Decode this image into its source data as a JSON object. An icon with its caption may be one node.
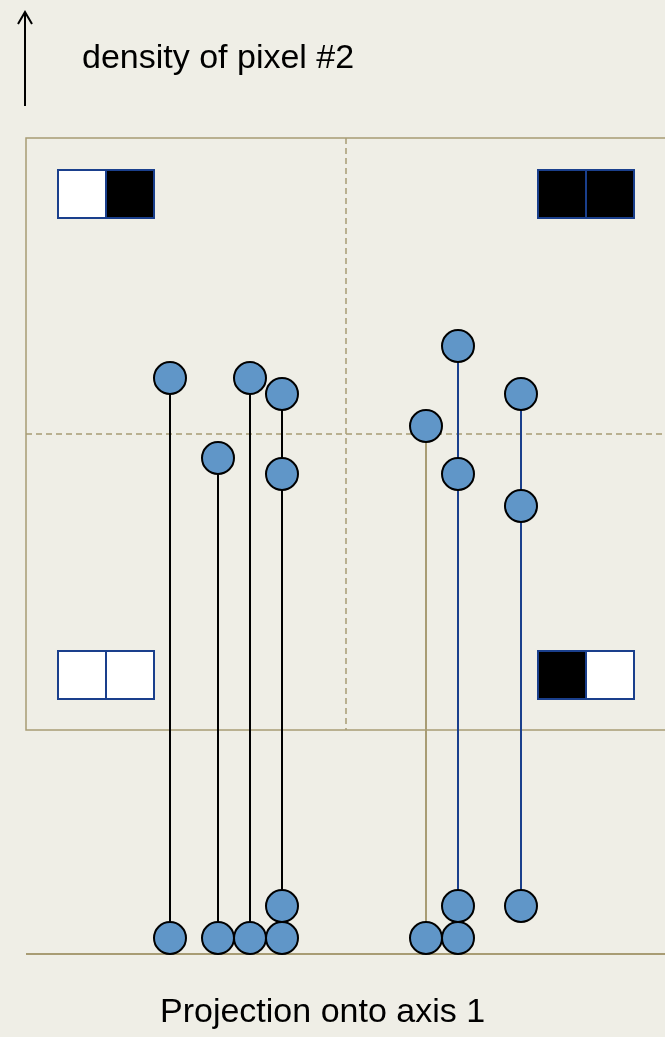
{
  "diagram": {
    "nodes": [
      {
        "text": [],
        "shape": "circle"
      },
      {
        "text": [],
        "shape": "circle"
      },
      {
        "text": [],
        "shape": "circle"
      },
      {
        "text": [],
        "shape": "circle"
      },
      {
        "text": [],
        "shape": "circle"
      },
      {
        "text": [],
        "shape": "circle"
      },
      {
        "text": [],
        "shape": "circle"
      },
      {
        "text": [],
        "shape": "circle"
      },
      {
        "text": [],
        "shape": "circle"
      },
      {
        "text": [],
        "shape": "circle"
      },
      {
        "text": [],
        "shape": "circle"
      },
      {
        "text": [],
        "shape": "circle"
      },
      {
        "text": [],
        "shape": "circle"
      },
      {
        "text": [],
        "shape": "circle"
      },
      {
        "text": [],
        "shape": "circle"
      },
      {
        "text": [],
        "shape": "circle"
      },
      {
        "text": [],
        "shape": "circle"
      },
      {
        "text": [],
        "shape": "circle"
      },
      {
        "text": [],
        "shape": "circle"
      }
    ],
    "edges": [
      {
        "from": 1,
        "to": 13,
        "arrow": "none"
      },
      {
        "from": 6,
        "to": 14,
        "arrow": "none"
      },
      {
        "from": 2,
        "to": 15,
        "arrow": "none"
      },
      {
        "from": 3,
        "to": 7,
        "arrow": "none"
      },
      {
        "from": 7,
        "to": 10,
        "arrow": "none"
      },
      {
        "from": 5,
        "to": 17,
        "arrow": "none",
        "color": "#a89c74"
      },
      {
        "from": 0,
        "to": 8,
        "arrow": "none",
        "color": "#1a3f8c"
      },
      {
        "from": 8,
        "to": 11,
        "arrow": "none",
        "color": "#1a3f8c"
      },
      {
        "from": 4,
        "to": 9,
        "arrow": "none",
        "color": "#1a3f8c"
      },
      {
        "from": 9,
        "to": 12,
        "arrow": "none",
        "color": "#1a3f8c"
      }
    ],
    "labels": [
      "density of pixel #2",
      "Projection onto axis 1"
    ]
  }
}
